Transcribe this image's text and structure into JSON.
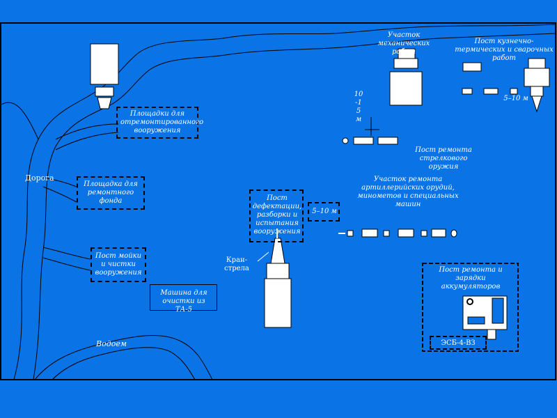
{
  "labels": {
    "ta5": "ТА-5",
    "repaired_area": "Площадки для отремонтированного вооружения",
    "repair_fund": "Площадка для ремонтного фонда",
    "road": "Дорога",
    "washing": "Пост мойки и чистки вооружения",
    "machine_ta5": "Машина для очистки из ТА-5",
    "reservoir": "Водоем",
    "defect_post": "Пост дефектации, разборки и испытания вооружения",
    "crane": "Кран-стрела",
    "dist_center": "5–10 м",
    "mech_section": "Участок механических работ",
    "forge_post": "Пост кузнечно-термических и сварочных работ",
    "dist_right": "5–10 м",
    "dist_vertical": "10-15 м",
    "small_arms": "Пост ремонта стрелкового оружия",
    "artillery": "Участок ремонта артиллерийских орудий, минометов и специальных машин",
    "battery_post": "Пост ремонта и зарядки аккумуляторов",
    "esb": "ЭСБ-4-ВЗ"
  },
  "colors": {
    "background": "#0a73e6",
    "line": "#000000",
    "box_fill": "#ffffff",
    "text": "#ffffff"
  }
}
